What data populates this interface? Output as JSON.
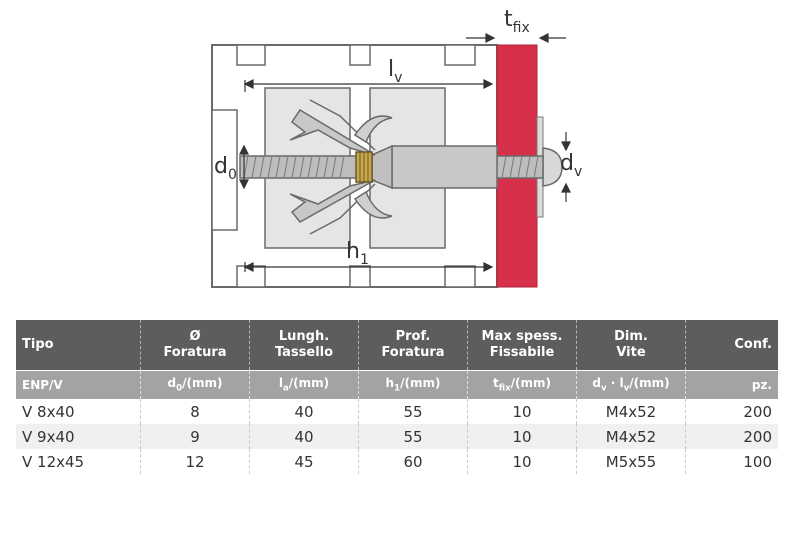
{
  "diagram": {
    "labels": {
      "lv": "l",
      "lv_sub": "v",
      "d0": "d",
      "d0_sub": "0",
      "dv": "d",
      "dv_sub": "v",
      "h1": "h",
      "h1_sub": "1",
      "tfix": "t",
      "tfix_sub": "fix"
    },
    "colors": {
      "plate": "#d6304b",
      "dowel": "#c8c8c8",
      "wall_cell": "#e5e5e5",
      "brass": "#c8a84b"
    }
  },
  "table": {
    "headers": [
      {
        "line1": "Tipo",
        "line2": ""
      },
      {
        "line1": "Ø",
        "line2": "Foratura"
      },
      {
        "line1": "Lungh.",
        "line2": "Tassello"
      },
      {
        "line1": "Prof.",
        "line2": "Foratura"
      },
      {
        "line1": "Max spess.",
        "line2": "Fissabile"
      },
      {
        "line1": "Dim.",
        "line2": "Vite"
      },
      {
        "line1": "Conf.",
        "line2": ""
      }
    ],
    "units": {
      "c0": "ENP/V",
      "c1": {
        "sym": "d",
        "sub": "0",
        "unit": "/(mm)"
      },
      "c2": {
        "sym": "l",
        "sub": "a",
        "unit": "/(mm)"
      },
      "c3": {
        "sym": "h",
        "sub": "1",
        "unit": "/(mm)"
      },
      "c4": {
        "sym": "t",
        "sub": "fix",
        "unit": "/(mm)"
      },
      "c5": {
        "sym1": "d",
        "sub1": "v",
        "dot": " · ",
        "sym2": "l",
        "sub2": "v",
        "unit": "/(mm)"
      },
      "c6": "pz."
    },
    "rows": [
      [
        "V 8x40",
        "8",
        "40",
        "55",
        "10",
        "M4x52",
        "200"
      ],
      [
        "V 9x40",
        "9",
        "40",
        "55",
        "10",
        "M4x52",
        "200"
      ],
      [
        "V 12x45",
        "12",
        "45",
        "60",
        "10",
        "M5x55",
        "100"
      ]
    ]
  }
}
